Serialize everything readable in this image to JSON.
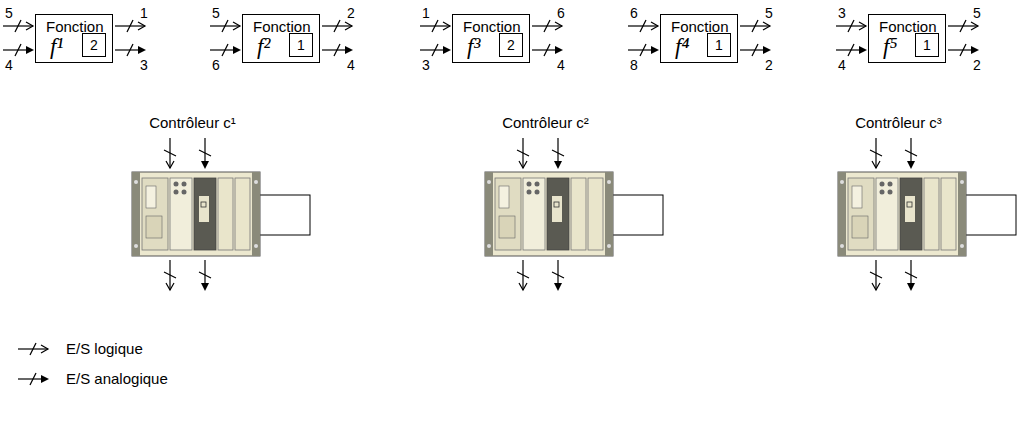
{
  "diagram": {
    "nodes": [
      {
        "text": [
          "Fonction",
          "f¹"
        ]
      },
      {
        "text": [
          "2"
        ],
        "in": 0
      },
      {
        "text": [
          "Fonction",
          "f²"
        ]
      },
      {
        "text": [
          "1"
        ],
        "in": 2
      },
      {
        "text": [
          "Fonction",
          "f³"
        ]
      },
      {
        "text": [
          "2"
        ],
        "in": 4
      },
      {
        "text": [
          "Fonction",
          "f⁴"
        ]
      },
      {
        "text": [
          "1"
        ],
        "in": 6
      },
      {
        "text": [
          "Fonction",
          "f⁵"
        ]
      },
      {
        "text": [
          "1"
        ],
        "in": 8
      },
      {
        "text": [
          "Contrôleur c¹"
        ]
      },
      {
        "text": [
          "Contrôleur c²"
        ]
      },
      {
        "text": [
          "Contrôleur c³"
        ]
      }
    ],
    "labels": [
      "5",
      "4",
      "1",
      "3",
      "5",
      "6",
      "2",
      "4",
      "1",
      "3",
      "6",
      "4",
      "6",
      "8",
      "5",
      "2",
      "3",
      "4",
      "5",
      "2"
    ],
    "legend": [
      {
        "text": "E/S logique"
      },
      {
        "text": "E/S analogique"
      }
    ]
  }
}
